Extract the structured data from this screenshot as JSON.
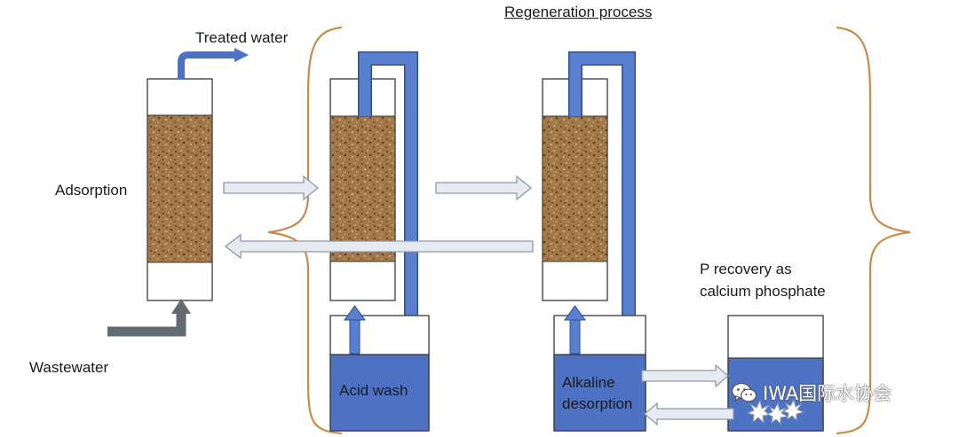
{
  "title": "Regeneration process",
  "labels": {
    "treated_water": "Treated water",
    "adsorption": "Adsorption",
    "wastewater": "Wastewater",
    "acid_wash": "Acid wash",
    "alkaline_line1": "Alkaline",
    "alkaline_line2": "desorption",
    "p_recovery_line1": "P recovery as",
    "p_recovery_line2": "calcium phosphate"
  },
  "watermark": {
    "text": "IWA国际水协会",
    "icon": "wechat-icon"
  },
  "colors": {
    "media": "#a07a4c",
    "media_dark": "#6e4e2a",
    "liquid": "#4d72c4",
    "pipe": "#5b7fcf",
    "pipe_dark": "#2f4f8f",
    "arrow_fill": "#e6ebf2",
    "arrow_stroke": "#8e99a8",
    "brace": "#c98b4a",
    "wastewater_arrow": "#646a72"
  }
}
